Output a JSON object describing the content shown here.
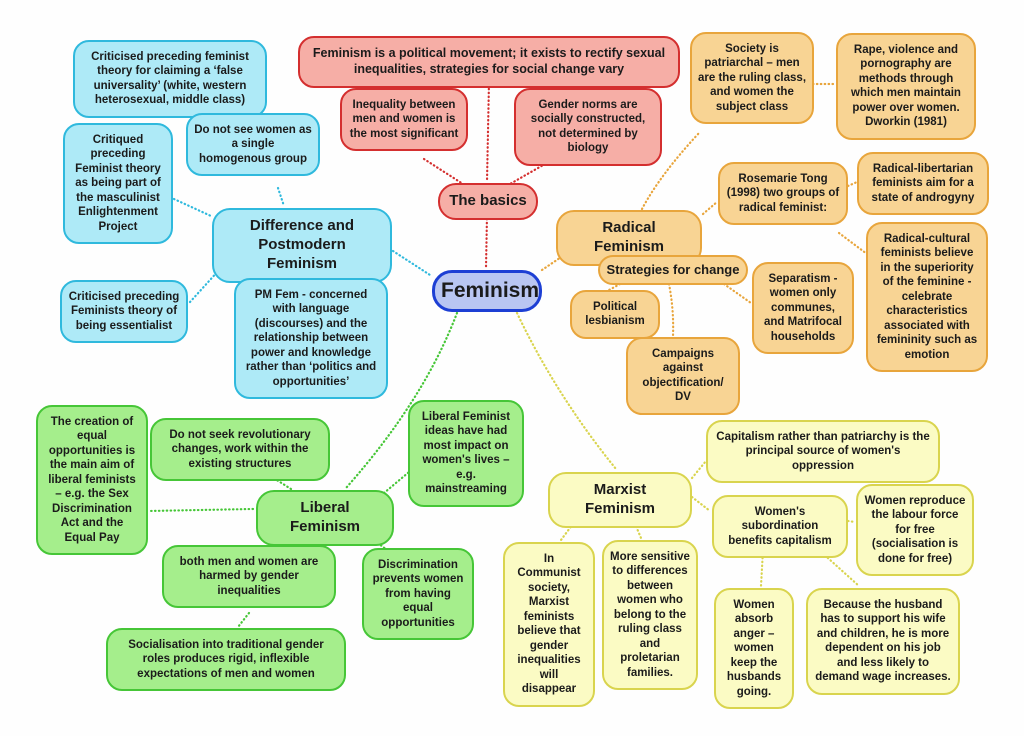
{
  "diagram_title": "Feminism mind map",
  "colors": {
    "center_fill": "#b9c6f2",
    "center_border": "#1d3fd4",
    "basics_fill": "#f6aea6",
    "basics_border": "#d42f2f",
    "postmodern_fill": "#aeeaf7",
    "postmodern_border": "#2fb9dd",
    "radical_fill": "#f8d494",
    "radical_border": "#e8a53c",
    "liberal_fill": "#a5ee8c",
    "liberal_border": "#46c637",
    "marxist_fill": "#fbfbc4",
    "marxist_border": "#d9d44e",
    "text": "#1b1b1b"
  },
  "nodes": {
    "feminism": "Feminism",
    "basics_label": "The basics",
    "basics_main": "Feminism is a political movement; it exists to rectify sexual inequalities, strategies for social change vary",
    "basics_inequality": "Inequality between men and women is the most significant",
    "basics_gender": "Gender norms are socially constructed, not determined by biology",
    "pm_label": "Difference and Postmodern Feminism",
    "pm_false_universality": "Criticised preceding feminist theory for claiming a ‘false universality’ (white, western heterosexual, middle class)",
    "pm_not_single_group": "Do not see women as a single homogenous group",
    "pm_enlightenment": "Critiqued preceding Feminist theory as being part of the masculinist Enlightenment Project",
    "pm_essentialist": "Criticised preceding Feminists theory of being essentialist",
    "pm_language": "PM Fem - concerned with language (discourses) and the relationship between power and knowledge rather than ‘politics and opportunities’",
    "rad_label": "Radical Feminism",
    "rad_patriarchal": "Society is patriarchal – men are the ruling class, and women the subject class",
    "rad_rape": "Rape, violence and pornography are methods through which men maintain power over women. Dworkin (1981)",
    "rad_tong": "Rosemarie Tong (1998) two groups of radical feminist:",
    "rad_libertarian": "Radical-libertarian feminists aim for a state of androgyny",
    "rad_cultural": "Radical-cultural feminists believe in the superiority of the feminine - celebrate characteristics associated with femininity such as emotion",
    "rad_strategies": "Strategies for change",
    "rad_political": "Political lesbianism",
    "rad_separatism": "Separatism - women only communes, and Matrifocal households",
    "rad_campaigns": "Campaigns against objectification/ DV",
    "lib_label": "Liberal Feminism",
    "lib_equal_opps": "The creation of equal opportunities is the main aim of liberal feminists – e.g. the Sex Discrimination Act and the Equal Pay",
    "lib_no_revolution": "Do not seek revolutionary changes, work within the existing structures",
    "lib_impact": "Liberal Feminist ideas have had most impact on women's lives – e.g. mainstreaming",
    "lib_both_harmed": "both men and women are harmed by gender inequalities",
    "lib_discrimination": "Discrimination prevents women from having equal opportunities",
    "lib_socialisation": "Socialisation into traditional gender roles produces rigid, inflexible expectations of men and women",
    "marx_label": "Marxist Feminism",
    "marx_capitalism": "Capitalism rather than patriarchy is the principal source of women's oppression",
    "marx_subordination": "Women's subordination benefits capitalism",
    "marx_reproduce": "Women reproduce the labour force for free (socialisation is done for free)",
    "marx_communist": "In Communist society, Marxist feminists believe that gender inequalities will disappear",
    "marx_sensitive": "More sensitive to differences between women who belong to the ruling class and proletarian families.",
    "marx_anger": "Women absorb anger – women keep the husbands going.",
    "marx_husband": "Because the husband has to support his wife and children, he is more dependent on his job and less likely to demand wage increases."
  }
}
